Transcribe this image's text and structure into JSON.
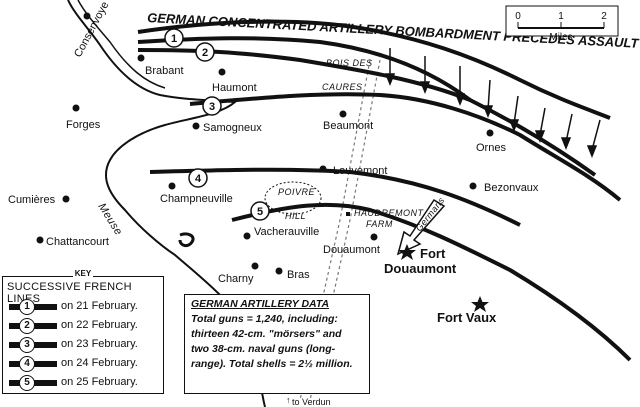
{
  "banner": "GERMAN CONCENTRATED ARTILLERY BOMBARDMENT PRECEDES ASSAULT",
  "scale": {
    "ticks": [
      "0",
      "1",
      "2"
    ],
    "unit": "Miles"
  },
  "river": "Meuse",
  "road": "to Verdun",
  "woods": [
    "BOIS DES",
    "CAURES"
  ],
  "hill": [
    "POIVRE",
    "HILL"
  ],
  "farm": [
    "HAUDREMONT",
    "FARM"
  ],
  "arrow_label": "Germans",
  "places": {
    "consenvoye": "Consenvoye",
    "brabant": "Brabant",
    "haumont": "Haumont",
    "samogneux": "Samogneux",
    "beaumont": "Beaumont",
    "forges": "Forges",
    "ornes": "Ornes",
    "louvemont": "Louvemont",
    "bezonvaux": "Bezonvaux",
    "champneuville": "Champneuville",
    "cumieres": "Cumières",
    "chattancourt": "Chattancourt",
    "vacherauville": "Vacherauville",
    "douaumont": "Douaumont",
    "charny": "Charny",
    "bras": "Bras"
  },
  "forts": {
    "douaumont": [
      "Fort",
      "Douaumont"
    ],
    "vaux": "Fort Vaux"
  },
  "line_numbers": [
    "1",
    "2",
    "3",
    "4",
    "5"
  ],
  "key": {
    "title": "KEY",
    "subtitle": "SUCCESSIVE FRENCH LINES",
    "rows": [
      {
        "num": "1",
        "label": "on 21 February."
      },
      {
        "num": "2",
        "label": "on 22 February."
      },
      {
        "num": "3",
        "label": "on 23 February."
      },
      {
        "num": "4",
        "label": "on 24 February."
      },
      {
        "num": "5",
        "label": "on 25 February."
      }
    ]
  },
  "artillery": {
    "title": "GERMAN ARTILLERY DATA",
    "lines": [
      "Total guns = 1,240, including:",
      "thirteen 42-cm. \"mörsers\" and",
      "two 38-cm. naval guns (long-",
      "range). Total shells = 2½ million."
    ]
  }
}
